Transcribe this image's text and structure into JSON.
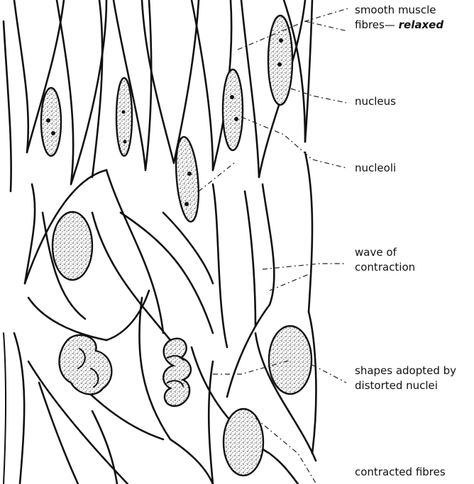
{
  "labels": {
    "smooth_muscle_line1": "smooth muscle",
    "smooth_muscle_line2": "fibres—",
    "relaxed": "relaxed",
    "nucleus": "nucleus",
    "nucleoli": "nucleoli",
    "wave_line1": "wave of",
    "wave_line2": "contraction",
    "shapes_line1": "shapes adopted by",
    "shapes_line2": "distorted nuclei",
    "contracted": "contracted fibres"
  }
}
